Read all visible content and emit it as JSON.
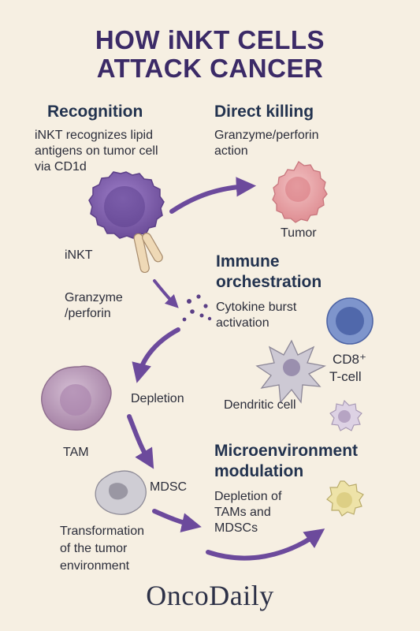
{
  "title": {
    "line1": "HOW iNKT CELLS",
    "line2": "ATTACK CANCER"
  },
  "recognition": {
    "heading": "Recognition",
    "desc_line1": "iNKT recognizes lipid",
    "desc_line2": "antigens on tumor cell",
    "desc_line3": "via CD1d",
    "cell_label": "iNKT",
    "granzyme_line1": "Granzyme",
    "granzyme_line2": "/perforin"
  },
  "direct_killing": {
    "heading": "Direct killing",
    "desc_line1": "Granzyme/perforin",
    "desc_line2": "action",
    "cell_label": "Tumor"
  },
  "immune": {
    "heading_line1": "Immune",
    "heading_line2": "orchestration",
    "desc_line1": "Cytokine burst",
    "desc_line2": "activation",
    "cd8_line1": "CD8⁺",
    "cd8_line2": "T-cell",
    "dendritic_label": "Dendritic cell"
  },
  "depletion": {
    "label": "Depletion",
    "tam_label": "TAM",
    "mdsc_label": "MDSC",
    "transform_line1": "Transformation",
    "transform_line2": "of the tumor",
    "transform_line3": "environment"
  },
  "micro": {
    "heading_line1": "Microenvironment",
    "heading_line2": "modulation",
    "desc_line1": "Depletion of",
    "desc_line2": "TAMs and",
    "desc_line3": "MDSCs"
  },
  "logo": "OncoDaily",
  "colors": {
    "background": "#f6efe2",
    "title": "#3b2a67",
    "heading": "#23334f",
    "arrow": "#6c4a9c",
    "inkt_cell": "#7b5aa6",
    "tumor_cell": "#e8a3a6",
    "cd8_cell": "#6f86c2",
    "dendritic_cell": "#c7c3cf",
    "tam_cell": "#b796b4",
    "mdsc_cell": "#c4c3cc",
    "modulated_cell": "#ede2a6"
  }
}
